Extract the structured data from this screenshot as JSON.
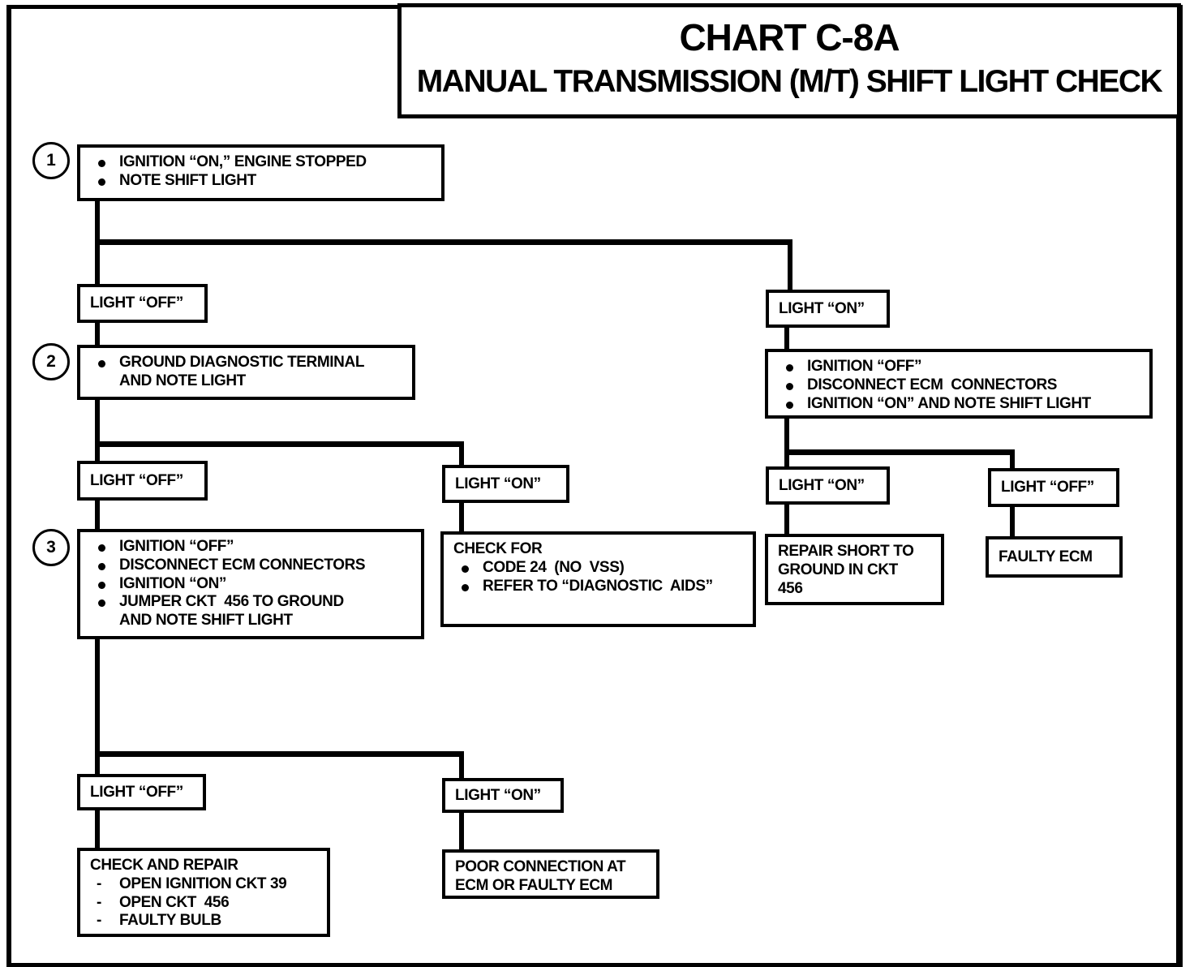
{
  "colors": {
    "ink": "#000000",
    "paper": "#ffffff"
  },
  "title": {
    "line1": "CHART C-8A",
    "line2": "MANUAL TRANSMISSION (M/T) SHIFT LIGHT CHECK"
  },
  "steps": {
    "one": "1",
    "two": "2",
    "three": "3"
  },
  "nodes": {
    "box1": {
      "items": [
        "IGNITION “ON,” ENGINE STOPPED",
        "NOTE SHIFT LIGHT"
      ]
    },
    "light_off_1": "LIGHT “OFF”",
    "light_on_1": "LIGHT “ON”",
    "box2": {
      "items": [
        "GROUND DIAGNOSTIC TERMINAL\nAND NOTE LIGHT"
      ]
    },
    "ecm_check": {
      "items": [
        "IGNITION “OFF”",
        "DISCONNECT ECM  CONNECTORS",
        "IGNITION “ON” AND NOTE SHIFT LIGHT"
      ]
    },
    "light_off_2": "LIGHT “OFF”",
    "light_on_2": "LIGHT “ON”",
    "light_on_3": "LIGHT “ON”",
    "light_off_3": "LIGHT “OFF”",
    "box3": {
      "items": [
        "IGNITION “OFF”",
        "DISCONNECT ECM CONNECTORS",
        "IGNITION “ON”",
        "JUMPER CKT  456 TO GROUND\nAND NOTE SHIFT LIGHT"
      ]
    },
    "check_for": {
      "header": "CHECK FOR",
      "items": [
        "CODE 24  (NO  VSS)",
        "REFER TO “DIAGNOSTIC  AIDS”"
      ]
    },
    "repair_short": "REPAIR SHORT TO\nGROUND IN CKT\n456",
    "faulty_ecm": "FAULTY ECM",
    "light_off_4": "LIGHT “OFF”",
    "light_on_4": "LIGHT “ON”",
    "check_repair": {
      "header": "CHECK AND REPAIR",
      "marker": "-",
      "items": [
        "OPEN IGNITION CKT 39",
        "OPEN CKT  456",
        "FAULTY BULB"
      ]
    },
    "poor_connection": "POOR CONNECTION AT\nECM OR FAULTY ECM"
  }
}
